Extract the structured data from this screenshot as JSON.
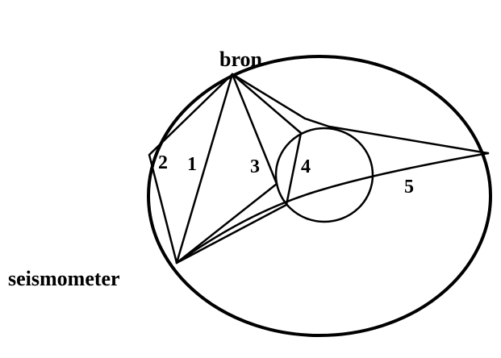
{
  "labels": {
    "source": "bron",
    "receiver": "seismometer",
    "paths": [
      "1",
      "2",
      "3",
      "4",
      "5"
    ]
  },
  "colors": {
    "line": "#000000",
    "background": "#ffffff"
  }
}
